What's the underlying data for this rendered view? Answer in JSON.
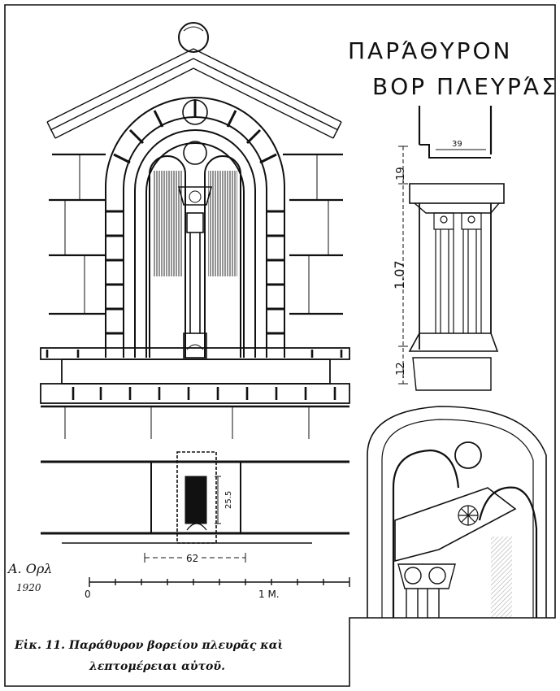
{
  "title": {
    "line1": "ΠΑΡΆΘΥΡΟΝ",
    "line2": "ΒΟΡ ΠΛΕΥΡΆΣ"
  },
  "dimensions": {
    "top_width": "39",
    "top_height": ".19",
    "column_height": "1.07",
    "base_height": ".12",
    "mullion_depth": "25.5",
    "opening_width": "62"
  },
  "scale": {
    "start": "0",
    "end": "1 M."
  },
  "signature": {
    "name": "A. Ορλ",
    "year": "1920"
  },
  "caption": {
    "line1": "Εἰκ. 11. Παράθυρον βορείου πλευρᾶς καὶ",
    "line2": "λεπτομέρειαι αὐτοῦ."
  }
}
